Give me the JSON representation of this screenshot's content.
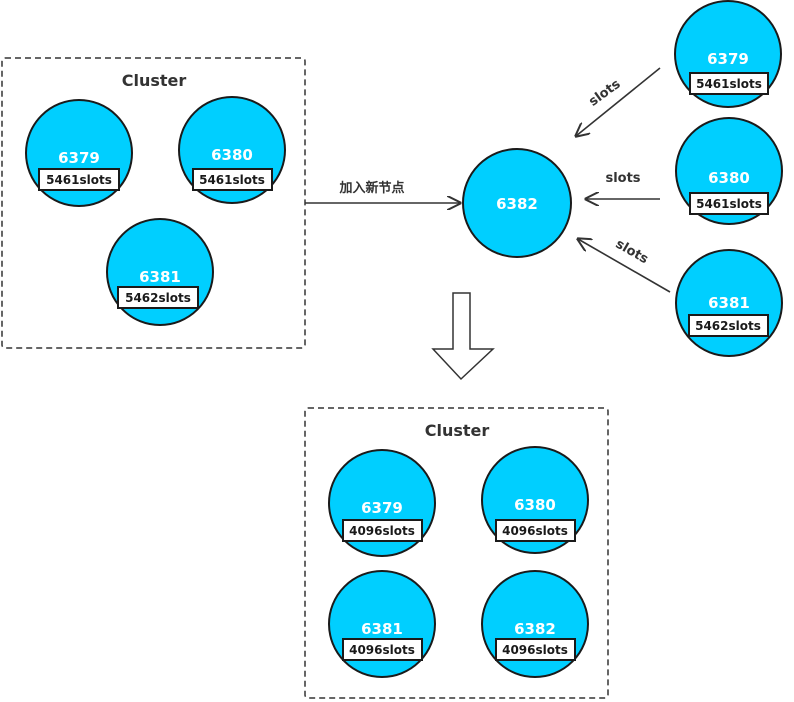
{
  "colors": {
    "node_fill": "#00cfff",
    "stroke": "#1a1a1a"
  },
  "top_cluster": {
    "title": "Cluster",
    "nodes": [
      {
        "port": "6379",
        "slots": "5461slots"
      },
      {
        "port": "6380",
        "slots": "5461slots"
      },
      {
        "port": "6381",
        "slots": "5462slots"
      }
    ]
  },
  "add_node_label": "加入新节点",
  "new_node": {
    "port": "6382"
  },
  "sources": [
    {
      "port": "6379",
      "slots": "5461slots",
      "edge_label": "slots"
    },
    {
      "port": "6380",
      "slots": "5461slots",
      "edge_label": "slots"
    },
    {
      "port": "6381",
      "slots": "5462slots",
      "edge_label": "slots"
    }
  ],
  "result_cluster": {
    "title": "Cluster",
    "nodes": [
      {
        "port": "6379",
        "slots": "4096slots"
      },
      {
        "port": "6380",
        "slots": "4096slots"
      },
      {
        "port": "6381",
        "slots": "4096slots"
      },
      {
        "port": "6382",
        "slots": "4096slots"
      }
    ]
  }
}
